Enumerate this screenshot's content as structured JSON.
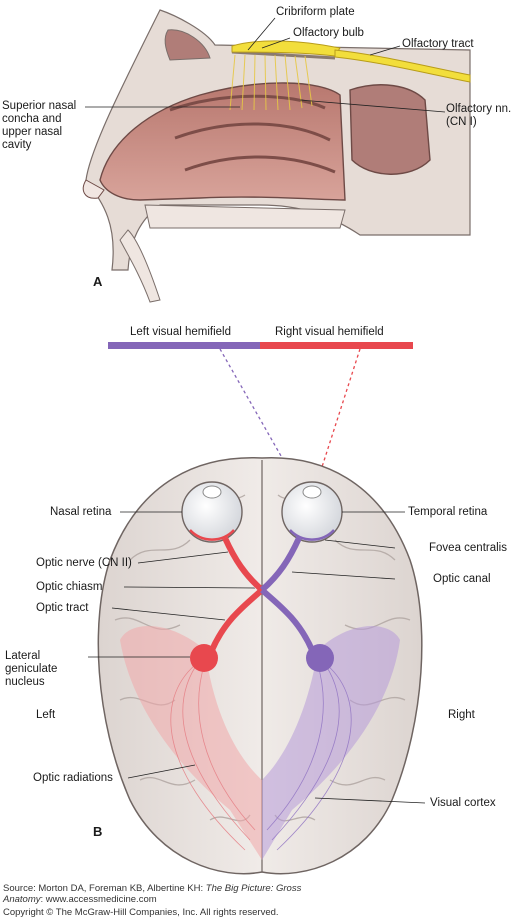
{
  "panel_a": {
    "letter": "A",
    "labels": {
      "cribriform": "Cribriform plate",
      "olf_bulb": "Olfactory bulb",
      "olf_tract": "Olfactory tract",
      "superior_concha": "Superior nasal concha and upper nasal cavity",
      "olf_nerves": "Olfactory nn. (CN I)"
    }
  },
  "panel_b": {
    "letter": "B",
    "hemifield_left": "Left visual hemifield",
    "hemifield_right": "Right visual hemifield",
    "side_left": "Left",
    "side_right": "Right",
    "labels": {
      "nasal_retina": "Nasal retina",
      "temporal_retina": "Temporal retina",
      "fovea": "Fovea centralis",
      "optic_nerve": "Optic nerve (CN II)",
      "optic_chiasm": "Optic chiasm",
      "optic_canal": "Optic canal",
      "optic_tract": "Optic tract",
      "lgn": "Lateral geniculate nucleus",
      "optic_radiations": "Optic radiations",
      "visual_cortex": "Visual cortex"
    }
  },
  "colors": {
    "left_field": "#8466b8",
    "right_field": "#e8484e",
    "olfactory": "#f2de3c",
    "mucosa": "#c98a86",
    "brain": "#e9e3e0"
  },
  "credit": {
    "source_prefix": "Source: Morton DA, Foreman KB, Albertine KH: ",
    "book_title": "The Big Picture: Gross Anatomy",
    "source_suffix": ": www.accessmedicine.com",
    "copyright": "Copyright © The McGraw-Hill Companies, Inc. All rights reserved."
  }
}
